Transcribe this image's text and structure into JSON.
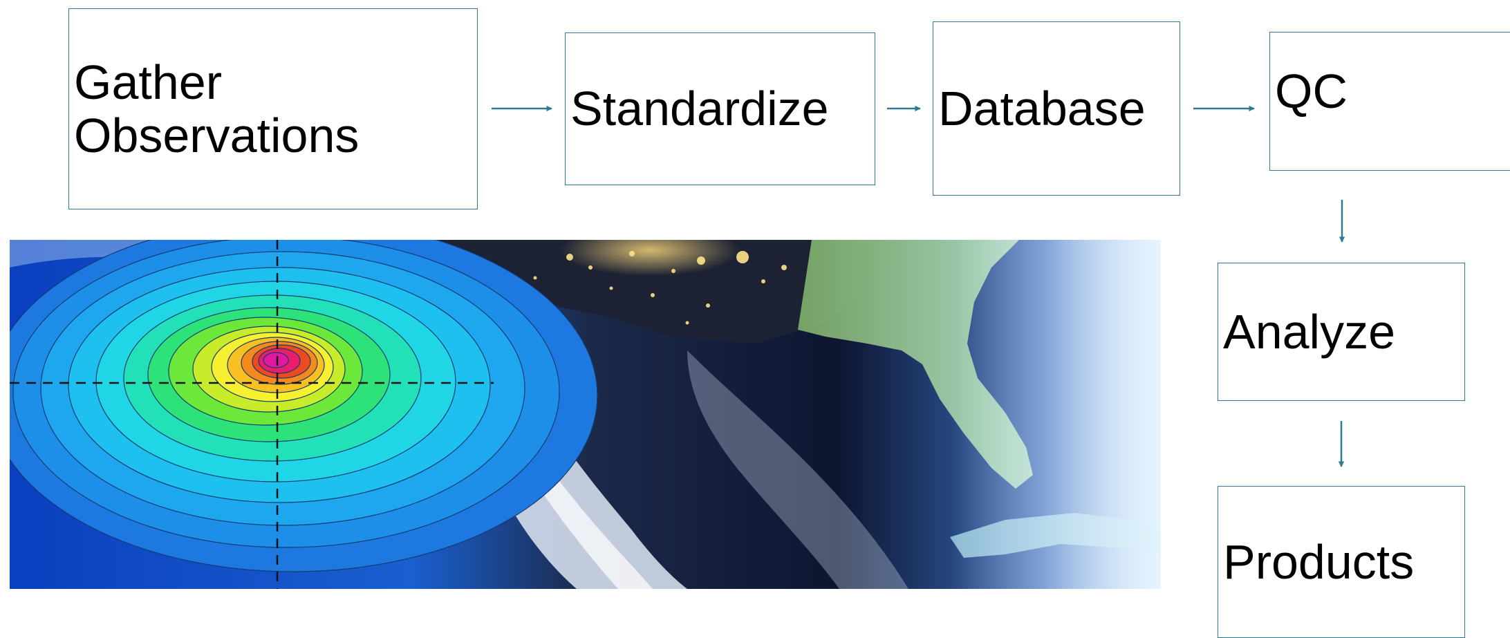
{
  "steps": {
    "gather": "Gather\nObservations",
    "standardize": "Standardize",
    "database": "Database",
    "qc": "QC",
    "analyze": "Analyze",
    "products": "Products"
  },
  "colors": {
    "box_border": "#2d7a95",
    "arrow": "#2d7a95",
    "background": "#ffffff"
  },
  "image": {
    "description_icon": "satellite-hurricane-contour-image"
  }
}
